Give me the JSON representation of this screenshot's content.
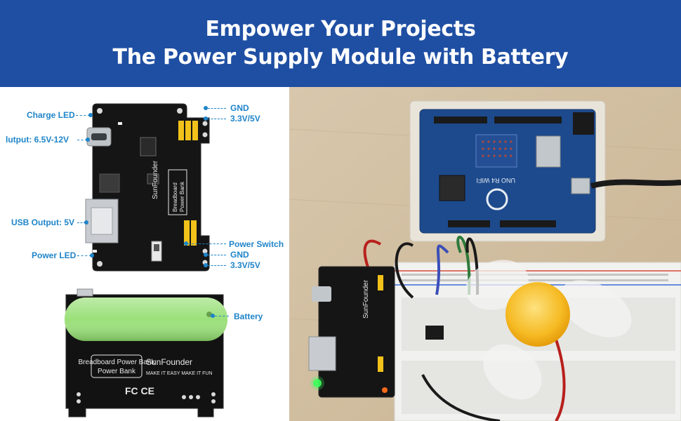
{
  "banner": {
    "line1": "Empower Your Projects",
    "line2": "The Power Supply Module with Battery",
    "bg_color": "#1f4fa3"
  },
  "labels": {
    "charge_led": "Charge LED",
    "output": "lutput: 6.5V-12V",
    "usb_output": "USB Output: 5V",
    "power_led": "Power LED",
    "gnd_top": "GND",
    "v_top": "3.3V/5V",
    "power_switch": "Power Switch",
    "gnd_bottom": "GND",
    "v_bottom": "3.3V/5V",
    "battery": "Battery",
    "accent_color": "#1e84c9"
  },
  "board_text": {
    "brand": "SunFounder",
    "product": "Breadboard Power Bank",
    "tagline": "MAKE IT EASY MAKE IT FUN",
    "cert": "FC CE"
  },
  "photo": {
    "arduino_text": "UNO R4 WIFI"
  }
}
